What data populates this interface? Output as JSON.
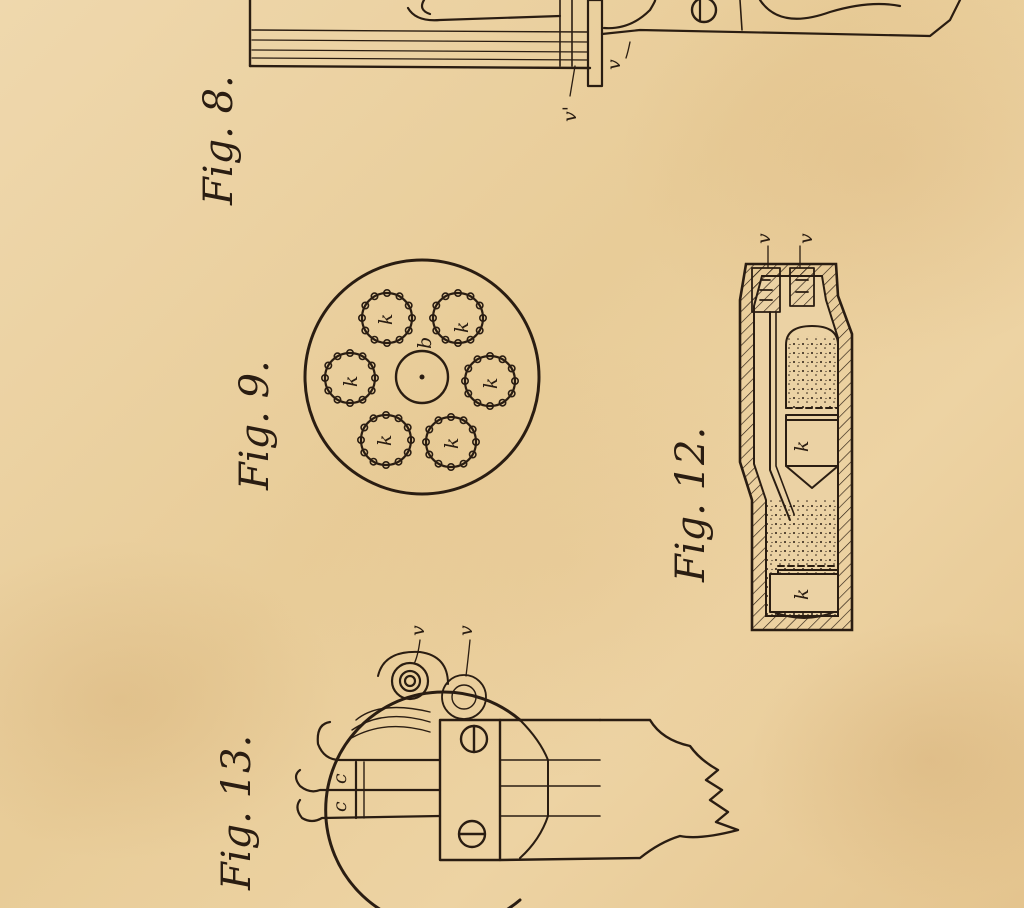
{
  "figures": {
    "fig8": {
      "label": "Fig. 8.",
      "refs": {
        "r1": "v",
        "r2": "v'"
      }
    },
    "fig9": {
      "label": "Fig. 9.",
      "refs": {
        "k1": "k",
        "k2": "k",
        "k3": "k",
        "k4": "k",
        "k5": "k",
        "k6": "k",
        "b": "b"
      }
    },
    "fig12": {
      "label": "Fig. 12.",
      "refs": {
        "v1": "v",
        "v2": "v",
        "k1": "k",
        "k2": "k"
      }
    },
    "fig13": {
      "label": "Fig. 13.",
      "refs": {
        "v1": "v",
        "v2": "v",
        "c1": "c",
        "c2": "c"
      }
    }
  },
  "colors": {
    "paper": "#ebd2a4",
    "ink": "#2a1d12"
  }
}
